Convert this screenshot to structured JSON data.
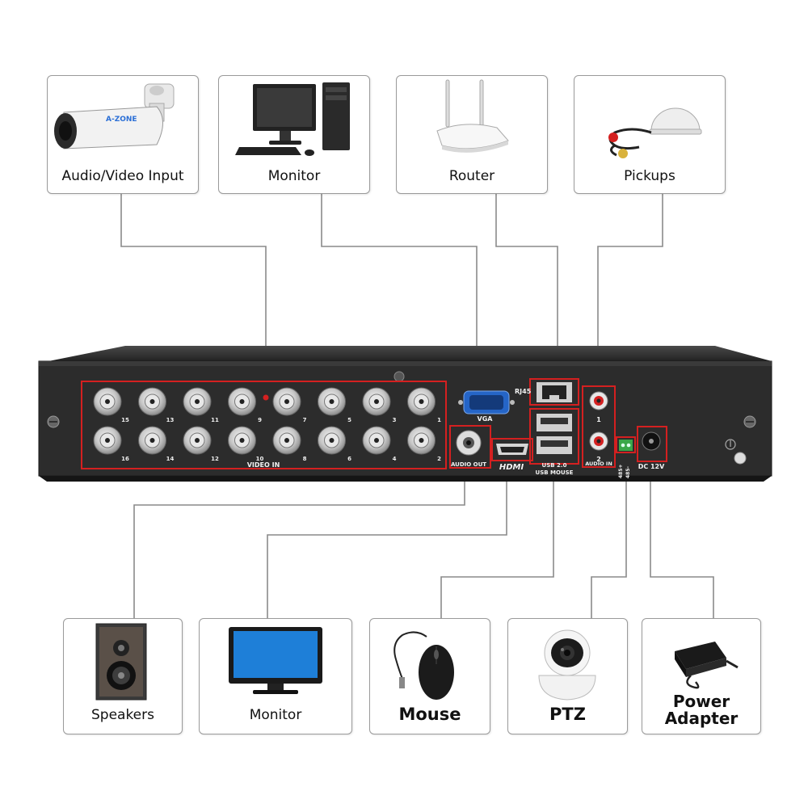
{
  "top_devices": [
    {
      "label": "Audio/Video Input",
      "icon": "camera-icon"
    },
    {
      "label": "Monitor",
      "icon": "desktop-computer-icon"
    },
    {
      "label": "Router",
      "icon": "router-icon"
    },
    {
      "label": "Pickups",
      "icon": "microphone-pickup-icon"
    }
  ],
  "bottom_devices": [
    {
      "label": "Speakers",
      "icon": "speaker-icon"
    },
    {
      "label": "Monitor",
      "icon": "monitor-icon"
    },
    {
      "label": "Mouse",
      "icon": "mouse-icon"
    },
    {
      "label": "PTZ",
      "icon": "ptz-camera-icon"
    },
    {
      "label": "Power Adapter",
      "icon": "power-adapter-icon"
    }
  ],
  "camera_brand": "A-ZONE",
  "dvr": {
    "video_in": "VIDEO IN",
    "bnc_top": [
      "15",
      "13",
      "11",
      "9",
      "7",
      "5",
      "3",
      "1"
    ],
    "bnc_bottom": [
      "16",
      "14",
      "12",
      "10",
      "8",
      "6",
      "4",
      "2"
    ],
    "vga": "VGA",
    "rj45": "RJ45",
    "audio_out": "AUDIO OUT",
    "hdmi": "HDMI",
    "usb_version": "USB 2.0",
    "usb_mouse": "USB MOUSE",
    "audio_in": "AUDIO IN",
    "audio_in_1": "1",
    "audio_in_2": "2",
    "rs485_plus": "485+",
    "rs485_minus": "485-",
    "dc": "DC 12V"
  },
  "colors": {
    "highlight": "#d42020",
    "wire": "#8a8a8a",
    "chassis": "#2b2b2b"
  }
}
